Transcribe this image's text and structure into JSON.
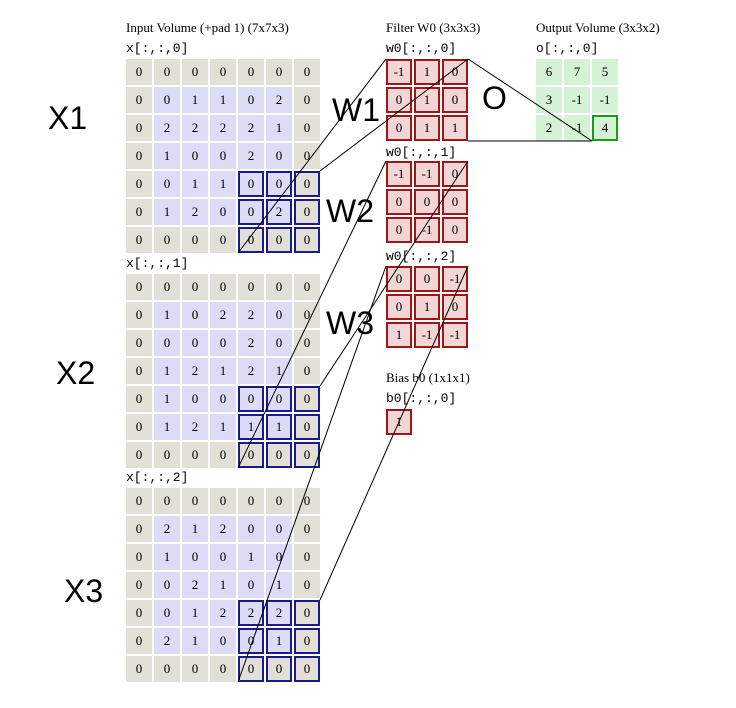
{
  "labels": {
    "input_title": "Input Volume (+pad 1) (7x7x3)",
    "filter_title": "Filter W0 (3x3x3)",
    "output_title": "Output Volume (3x3x2)",
    "bias_title": "Bias b0 (1x1x1)"
  },
  "annotations": {
    "x1": "X1",
    "x2": "X2",
    "x3": "X3",
    "w1": "W1",
    "w2": "W2",
    "w3": "W3",
    "o": "O"
  },
  "colors": {
    "pad_cell": "#e0e0d6",
    "input_cell": "#dcdcf6",
    "receptive_field_border": "#1a1a8c",
    "filter_cell": "#f2d6d6",
    "filter_border": "#a01616",
    "output_cell": "#d6f2d6",
    "output_selected_border": "#1a9c1a"
  },
  "input": {
    "slices": [
      {
        "label": "x[:,:,0]",
        "rows": [
          [
            0,
            0,
            0,
            0,
            0,
            0,
            0
          ],
          [
            0,
            0,
            1,
            1,
            0,
            2,
            0
          ],
          [
            0,
            2,
            2,
            2,
            2,
            1,
            0
          ],
          [
            0,
            1,
            0,
            0,
            2,
            0,
            0
          ],
          [
            0,
            0,
            1,
            1,
            0,
            0,
            0
          ],
          [
            0,
            1,
            2,
            0,
            0,
            2,
            0
          ],
          [
            0,
            0,
            0,
            0,
            0,
            0,
            0
          ]
        ]
      },
      {
        "label": "x[:,:,1]",
        "rows": [
          [
            0,
            0,
            0,
            0,
            0,
            0,
            0
          ],
          [
            0,
            1,
            0,
            2,
            2,
            0,
            0
          ],
          [
            0,
            0,
            0,
            0,
            2,
            0,
            0
          ],
          [
            0,
            1,
            2,
            1,
            2,
            1,
            0
          ],
          [
            0,
            1,
            0,
            0,
            0,
            0,
            0
          ],
          [
            0,
            1,
            2,
            1,
            1,
            1,
            0
          ],
          [
            0,
            0,
            0,
            0,
            0,
            0,
            0
          ]
        ]
      },
      {
        "label": "x[:,:,2]",
        "rows": [
          [
            0,
            0,
            0,
            0,
            0,
            0,
            0
          ],
          [
            0,
            2,
            1,
            2,
            0,
            0,
            0
          ],
          [
            0,
            1,
            0,
            0,
            1,
            0,
            0
          ],
          [
            0,
            0,
            2,
            1,
            0,
            1,
            0
          ],
          [
            0,
            0,
            1,
            2,
            2,
            2,
            0
          ],
          [
            0,
            2,
            1,
            0,
            0,
            1,
            0
          ],
          [
            0,
            0,
            0,
            0,
            0,
            0,
            0
          ]
        ]
      }
    ]
  },
  "filter": {
    "slices": [
      {
        "label": "w0[:,:,0]",
        "rows": [
          [
            -1,
            1,
            0
          ],
          [
            0,
            1,
            0
          ],
          [
            0,
            1,
            1
          ]
        ]
      },
      {
        "label": "w0[:,:,1]",
        "rows": [
          [
            -1,
            -1,
            0
          ],
          [
            0,
            0,
            0
          ],
          [
            0,
            -1,
            0
          ]
        ]
      },
      {
        "label": "w0[:,:,2]",
        "rows": [
          [
            0,
            0,
            -1
          ],
          [
            0,
            1,
            0
          ],
          [
            1,
            -1,
            -1
          ]
        ]
      }
    ]
  },
  "bias": {
    "label": "b0[:,:,0]",
    "value": 1
  },
  "output": {
    "label": "o[:,:,0]",
    "rows": [
      [
        6,
        7,
        5
      ],
      [
        3,
        -1,
        -1
      ],
      [
        2,
        -1,
        4
      ]
    ],
    "selected": [
      2,
      2
    ]
  }
}
